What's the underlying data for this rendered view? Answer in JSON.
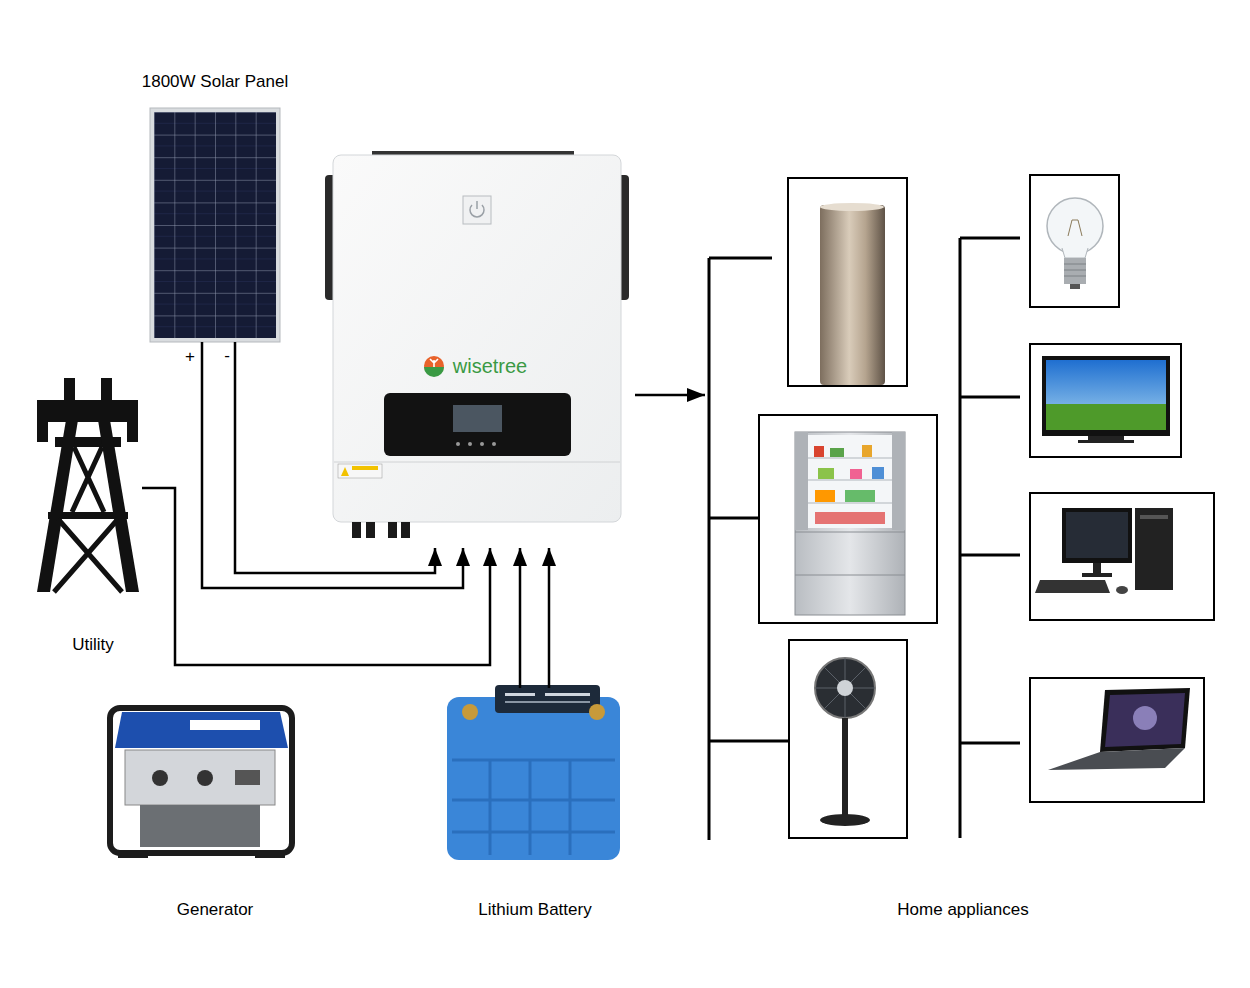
{
  "diagram": {
    "nodes": [
      {
        "text": [
          "1800W Solar Panel"
        ]
      },
      {
        "text": [
          "wisetree"
        ]
      },
      {
        "text": [
          "Utility"
        ]
      },
      {
        "text": [
          "Generator"
        ]
      },
      {
        "text": [
          "Lithium Battery"
        ]
      },
      {
        "text": [
          "Home appliances"
        ]
      }
    ],
    "edges": [
      {
        "from": 0,
        "to": 1,
        "arrow": "to"
      },
      {
        "from": 0,
        "to": 1,
        "arrow": "to"
      },
      {
        "from": 2,
        "to": 1,
        "arrow": "to"
      },
      {
        "from": 4,
        "to": 1,
        "arrow": "to"
      },
      {
        "from": 4,
        "to": 1,
        "arrow": "to"
      },
      {
        "from": 1,
        "to": 5,
        "arrow": "to"
      }
    ],
    "labels": [
      "+",
      "-"
    ]
  }
}
